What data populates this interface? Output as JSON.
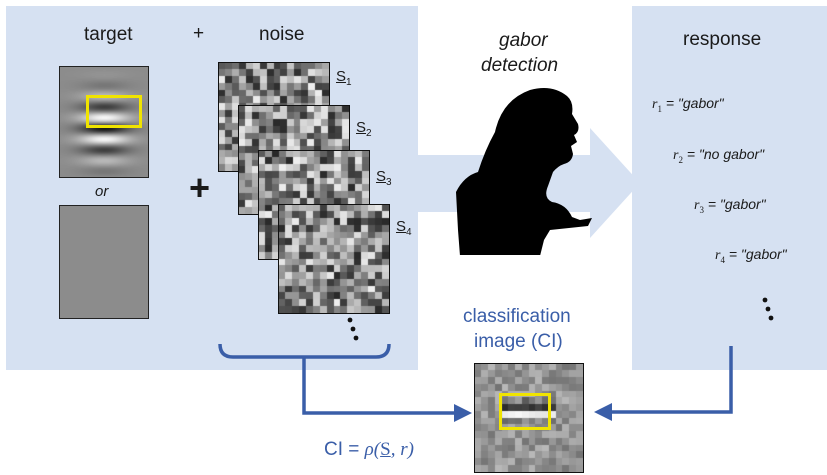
{
  "labels": {
    "target": "target",
    "plus": "+",
    "noise": "noise",
    "or": "or",
    "detection_line1": "gabor",
    "detection_line2": "detection",
    "response": "response",
    "ci_line1": "classification",
    "ci_line2": "image (CI)",
    "formula_prefix": "CI = ",
    "formula_rho": "ρ(",
    "formula_S": "S",
    "formula_rest": ", r)"
  },
  "stimuli": [
    {
      "name": "S",
      "sub": "1"
    },
    {
      "name": "S",
      "sub": "2"
    },
    {
      "name": "S",
      "sub": "3"
    },
    {
      "name": "S",
      "sub": "4"
    }
  ],
  "responses": [
    {
      "var": "r",
      "sub": "1",
      "value": "= \"gabor\""
    },
    {
      "var": "r",
      "sub": "2",
      "value": "= \"no gabor\""
    },
    {
      "var": "r",
      "sub": "3",
      "value": "= \"gabor\""
    },
    {
      "var": "r",
      "sub": "4",
      "value": "= \"gabor\""
    }
  ],
  "colors": {
    "panel": "#d6e1f2",
    "arrow_blue": "#3a5ea8",
    "highlight": "#f0e400",
    "gray_target": "#8c8c8c"
  },
  "icons": {
    "observer": "observer-silhouette",
    "ellipsis": "vertical-ellipsis"
  }
}
